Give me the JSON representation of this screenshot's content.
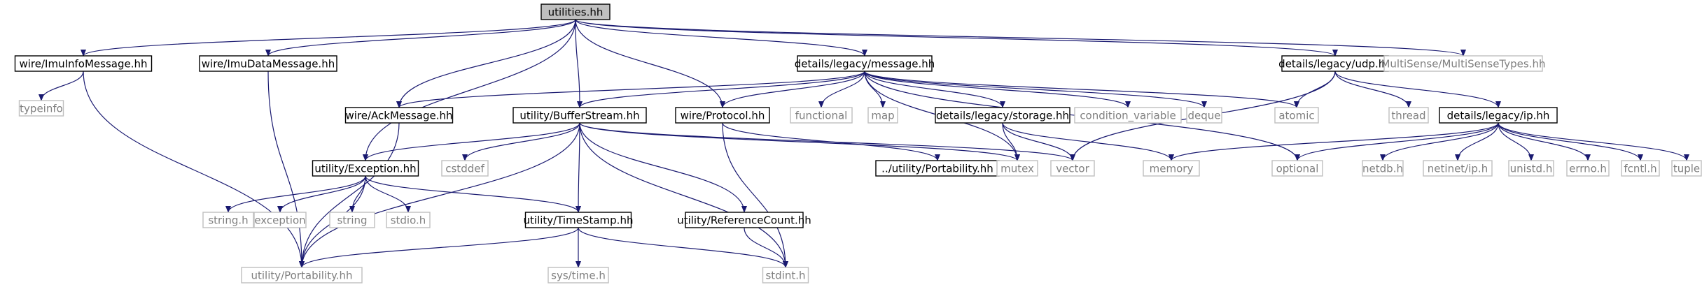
{
  "colors": {
    "edge": "#191970",
    "root_fill": "#bfbfbf",
    "node_border": "#000000",
    "external_border": "#bfbfbf",
    "external_text": "#808080",
    "node_text": "#000000"
  },
  "graph": {
    "nodes": [
      {
        "id": "utilities",
        "label": "utilities.hh",
        "kind": "root"
      },
      {
        "id": "imuinfo",
        "label": "wire/ImuInfoMessage.hh",
        "kind": "local"
      },
      {
        "id": "imudata",
        "label": "wire/ImuDataMessage.hh",
        "kind": "local"
      },
      {
        "id": "legacy_message",
        "label": "details/legacy/message.hh",
        "kind": "local"
      },
      {
        "id": "legacy_udp",
        "label": "details/legacy/udp.hh",
        "kind": "local"
      },
      {
        "id": "multisense_types",
        "label": "MultiSense/MultiSenseTypes.hh",
        "kind": "external"
      },
      {
        "id": "typeinfo",
        "label": "typeinfo",
        "kind": "external"
      },
      {
        "id": "ackmessage",
        "label": "wire/AckMessage.hh",
        "kind": "local"
      },
      {
        "id": "bufferstream",
        "label": "utility/BufferStream.hh",
        "kind": "local"
      },
      {
        "id": "protocol",
        "label": "wire/Protocol.hh",
        "kind": "local"
      },
      {
        "id": "functional",
        "label": "functional",
        "kind": "external"
      },
      {
        "id": "map",
        "label": "map",
        "kind": "external"
      },
      {
        "id": "legacy_storage",
        "label": "details/legacy/storage.hh",
        "kind": "local"
      },
      {
        "id": "condition_variable",
        "label": "condition_variable",
        "kind": "external"
      },
      {
        "id": "deque",
        "label": "deque",
        "kind": "external"
      },
      {
        "id": "atomic",
        "label": "atomic",
        "kind": "external"
      },
      {
        "id": "thread",
        "label": "thread",
        "kind": "external"
      },
      {
        "id": "legacy_ip",
        "label": "details/legacy/ip.hh",
        "kind": "local"
      },
      {
        "id": "exception",
        "label": "utility/Exception.hh",
        "kind": "local"
      },
      {
        "id": "cstddef",
        "label": "cstddef",
        "kind": "external"
      },
      {
        "id": "portability_rel",
        "label": "../utility/Portability.hh",
        "kind": "local"
      },
      {
        "id": "mutex",
        "label": "mutex",
        "kind": "external"
      },
      {
        "id": "vector",
        "label": "vector",
        "kind": "external"
      },
      {
        "id": "memory",
        "label": "memory",
        "kind": "external"
      },
      {
        "id": "optional",
        "label": "optional",
        "kind": "external"
      },
      {
        "id": "netdb",
        "label": "netdb.h",
        "kind": "external"
      },
      {
        "id": "netinet_ip",
        "label": "netinet/ip.h",
        "kind": "external"
      },
      {
        "id": "unistd",
        "label": "unistd.h",
        "kind": "external"
      },
      {
        "id": "errno",
        "label": "errno.h",
        "kind": "external"
      },
      {
        "id": "fcntl",
        "label": "fcntl.h",
        "kind": "external"
      },
      {
        "id": "tuple",
        "label": "tuple",
        "kind": "external"
      },
      {
        "id": "string_h",
        "label": "string.h",
        "kind": "external"
      },
      {
        "id": "exception_std",
        "label": "exception",
        "kind": "external"
      },
      {
        "id": "string",
        "label": "string",
        "kind": "external"
      },
      {
        "id": "stdio",
        "label": "stdio.h",
        "kind": "external"
      },
      {
        "id": "timestamp",
        "label": "utility/TimeStamp.hh",
        "kind": "local"
      },
      {
        "id": "refcount",
        "label": "utility/ReferenceCount.hh",
        "kind": "local"
      },
      {
        "id": "portability",
        "label": "utility/Portability.hh",
        "kind": "external"
      },
      {
        "id": "systime",
        "label": "sys/time.h",
        "kind": "external"
      },
      {
        "id": "stdint",
        "label": "stdint.h",
        "kind": "external"
      }
    ],
    "edges": [
      [
        "utilities",
        "imuinfo"
      ],
      [
        "utilities",
        "imudata"
      ],
      [
        "utilities",
        "legacy_message"
      ],
      [
        "utilities",
        "legacy_udp"
      ],
      [
        "utilities",
        "multisense_types"
      ],
      [
        "utilities",
        "ackmessage"
      ],
      [
        "utilities",
        "bufferstream"
      ],
      [
        "utilities",
        "protocol"
      ],
      [
        "utilities",
        "exception"
      ],
      [
        "imuinfo",
        "typeinfo"
      ],
      [
        "imuinfo",
        "portability"
      ],
      [
        "imudata",
        "portability"
      ],
      [
        "legacy_message",
        "ackmessage"
      ],
      [
        "legacy_message",
        "bufferstream"
      ],
      [
        "legacy_message",
        "protocol"
      ],
      [
        "legacy_message",
        "functional"
      ],
      [
        "legacy_message",
        "map"
      ],
      [
        "legacy_message",
        "legacy_storage"
      ],
      [
        "legacy_message",
        "condition_variable"
      ],
      [
        "legacy_message",
        "deque"
      ],
      [
        "legacy_message",
        "atomic"
      ],
      [
        "legacy_message",
        "mutex"
      ],
      [
        "legacy_message",
        "optional"
      ],
      [
        "legacy_udp",
        "atomic"
      ],
      [
        "legacy_udp",
        "thread"
      ],
      [
        "legacy_udp",
        "legacy_ip"
      ],
      [
        "legacy_udp",
        "vector"
      ],
      [
        "ackmessage",
        "portability"
      ],
      [
        "bufferstream",
        "exception"
      ],
      [
        "bufferstream",
        "cstddef"
      ],
      [
        "bufferstream",
        "mutex"
      ],
      [
        "bufferstream",
        "vector"
      ],
      [
        "bufferstream",
        "timestamp"
      ],
      [
        "bufferstream",
        "refcount"
      ],
      [
        "bufferstream",
        "portability"
      ],
      [
        "bufferstream",
        "stdint"
      ],
      [
        "protocol",
        "portability_rel"
      ],
      [
        "protocol",
        "stdint"
      ],
      [
        "legacy_storage",
        "mutex"
      ],
      [
        "legacy_storage",
        "vector"
      ],
      [
        "legacy_storage",
        "memory"
      ],
      [
        "legacy_ip",
        "memory"
      ],
      [
        "legacy_ip",
        "optional"
      ],
      [
        "legacy_ip",
        "netdb"
      ],
      [
        "legacy_ip",
        "netinet_ip"
      ],
      [
        "legacy_ip",
        "unistd"
      ],
      [
        "legacy_ip",
        "errno"
      ],
      [
        "legacy_ip",
        "fcntl"
      ],
      [
        "legacy_ip",
        "tuple"
      ],
      [
        "exception",
        "string_h"
      ],
      [
        "exception",
        "exception_std"
      ],
      [
        "exception",
        "string"
      ],
      [
        "exception",
        "stdio"
      ],
      [
        "exception",
        "timestamp"
      ],
      [
        "exception",
        "portability"
      ],
      [
        "timestamp",
        "portability"
      ],
      [
        "timestamp",
        "systime"
      ],
      [
        "timestamp",
        "stdint"
      ],
      [
        "refcount",
        "stdint"
      ]
    ]
  }
}
